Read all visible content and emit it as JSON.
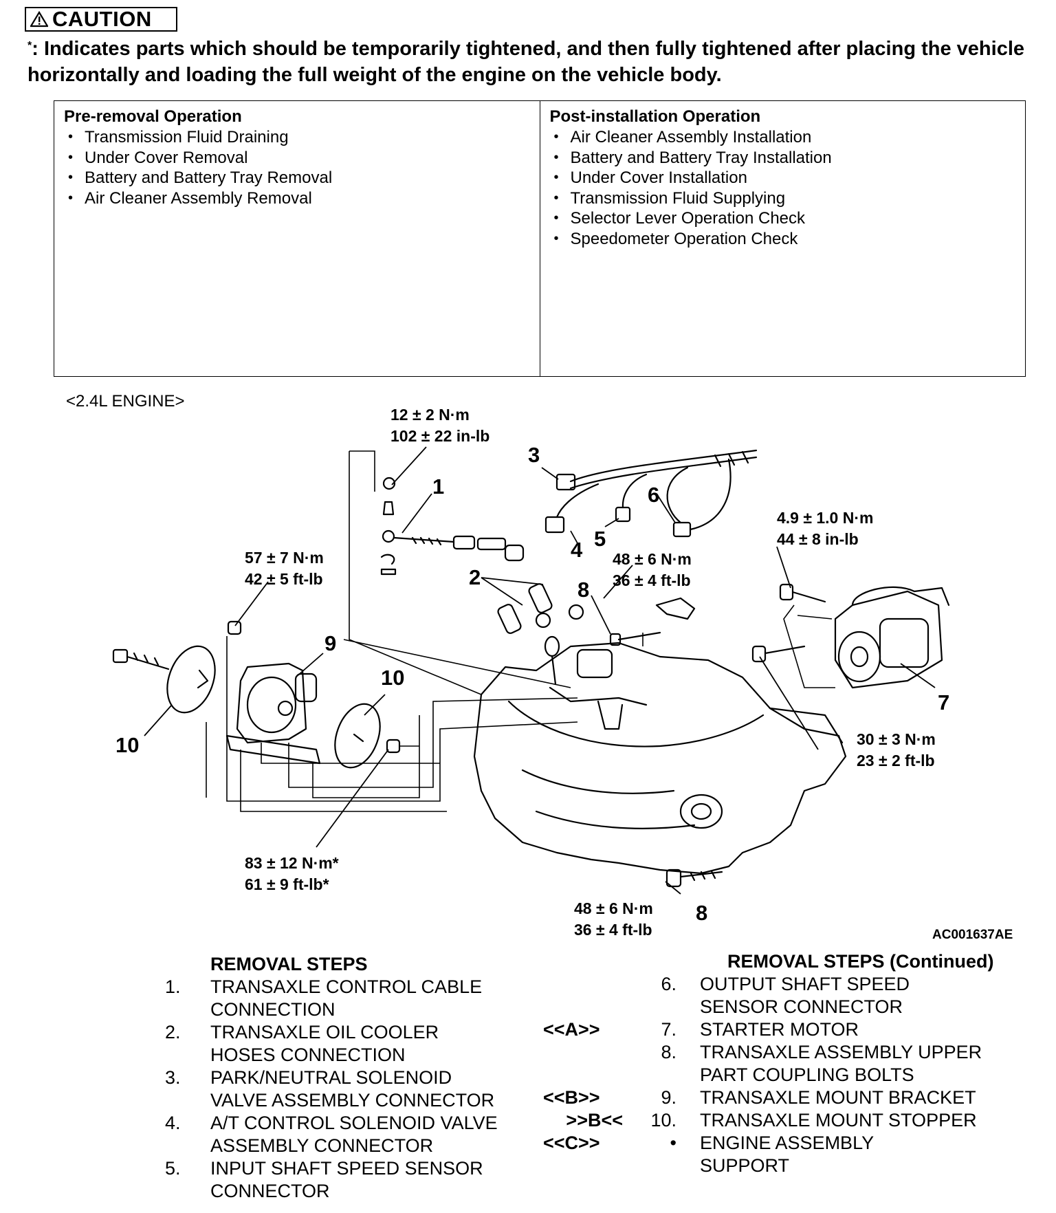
{
  "caution": {
    "label": "CAUTION",
    "marker": "*",
    "text": ": Indicates parts which should be temporarily tightened, and then fully tightened after placing the vehicle horizontally and loading the full weight of the engine on the vehicle body."
  },
  "operations": {
    "pre_removal": {
      "heading": "Pre-removal Operation",
      "items": [
        "Transmission Fluid Draining",
        "Under Cover Removal",
        "Battery and Battery Tray Removal",
        "Air Cleaner Assembly Removal"
      ]
    },
    "post_installation": {
      "heading": "Post-installation Operation",
      "items": [
        "Air Cleaner Assembly Installation",
        "Battery and Battery Tray Installation",
        "Under Cover Installation",
        "Transmission Fluid Supplying",
        "Selector Lever Operation Check",
        "Speedometer Operation Check"
      ]
    }
  },
  "diagram": {
    "engine_label": "<2.4L ENGINE>",
    "figure_code": "AC001637AE",
    "torques": {
      "t1": [
        "12 ± 2 N·m",
        "102 ± 22 in-lb"
      ],
      "t2": [
        "57 ± 7 N·m",
        "42 ± 5 ft-lb"
      ],
      "t3": [
        "48 ± 6 N·m",
        "36 ± 4 ft-lb"
      ],
      "t4": [
        "4.9 ± 1.0 N·m",
        "44 ± 8 in-lb"
      ],
      "t5": [
        "30 ± 3 N·m",
        "23 ± 2 ft-lb"
      ],
      "t6": [
        "83 ± 12 N·m*",
        "61 ± 9 ft-lb*"
      ],
      "t7": [
        "48 ± 6 N·m",
        "36 ± 4 ft-lb"
      ]
    },
    "callouts": {
      "c1": "1",
      "c2": "2",
      "c3": "3",
      "c4": "4",
      "c5": "5",
      "c6": "6",
      "c7": "7",
      "c8a": "8",
      "c8b": "8",
      "c9": "9",
      "c10a": "10",
      "c10b": "10"
    }
  },
  "removal_steps": {
    "heading": "REMOVAL STEPS",
    "heading_continued": "REMOVAL STEPS (Continued)",
    "left": [
      {
        "n": "1.",
        "lines": [
          "TRANSAXLE CONTROL CABLE",
          "CONNECTION"
        ]
      },
      {
        "n": "2.",
        "lines": [
          "TRANSAXLE OIL COOLER",
          "HOSES CONNECTION"
        ]
      },
      {
        "n": "3.",
        "lines": [
          "PARK/NEUTRAL SOLENOID",
          "VALVE ASSEMBLY CONNECTOR"
        ]
      },
      {
        "n": "4.",
        "lines": [
          "A/T CONTROL SOLENOID VALVE",
          "ASSEMBLY CONNECTOR"
        ]
      },
      {
        "n": "5.",
        "lines": [
          "INPUT SHAFT SPEED SENSOR",
          "CONNECTOR"
        ]
      }
    ],
    "right": [
      {
        "ref": "",
        "n": "6.",
        "lines": [
          "OUTPUT SHAFT SPEED",
          "SENSOR CONNECTOR"
        ]
      },
      {
        "ref": "<<A>>",
        "n": "7.",
        "lines": [
          "STARTER MOTOR"
        ]
      },
      {
        "ref": "",
        "n": "8.",
        "lines": [
          "TRANSAXLE ASSEMBLY UPPER",
          "PART COUPLING BOLTS"
        ]
      },
      {
        "ref": "<<B>>",
        "n": "9.",
        "lines": [
          "TRANSAXLE MOUNT BRACKET"
        ]
      },
      {
        "ref": ">>B<<",
        "n": "10.",
        "lines": [
          "TRANSAXLE MOUNT STOPPER"
        ]
      },
      {
        "ref": "<<C>>",
        "n": "•",
        "lines": [
          "ENGINE ASSEMBLY",
          "SUPPORT"
        ]
      }
    ]
  }
}
